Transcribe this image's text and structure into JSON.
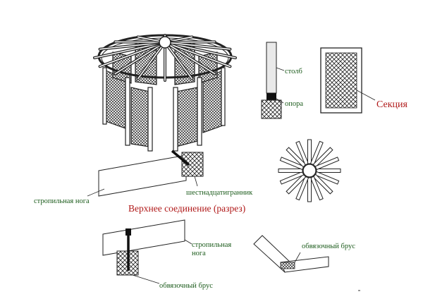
{
  "labels": {
    "post": "столб",
    "support": "опора",
    "section": "Секция",
    "rafter_leg_1": "стропильная нога",
    "hexadecagon": "шестнадцатигранник",
    "top_joint_title": "Верхнее соединение (разрез)",
    "rafter_leg_2_line1": "стропильная",
    "rafter_leg_2_line2": "нога",
    "tie_beam_1": "обвязочный брус",
    "tie_beam_2": "обвязочный брус"
  },
  "colors": {
    "line": "#1c1c1c",
    "label_green": "#1a5a1a",
    "label_red": "#b01818",
    "fill_light": "#f4f4f4",
    "post_fill": "#e9e9e9"
  },
  "icons": {
    "gazebo": "gazebo-illustration-icon",
    "star": "rafter-star-icon"
  }
}
